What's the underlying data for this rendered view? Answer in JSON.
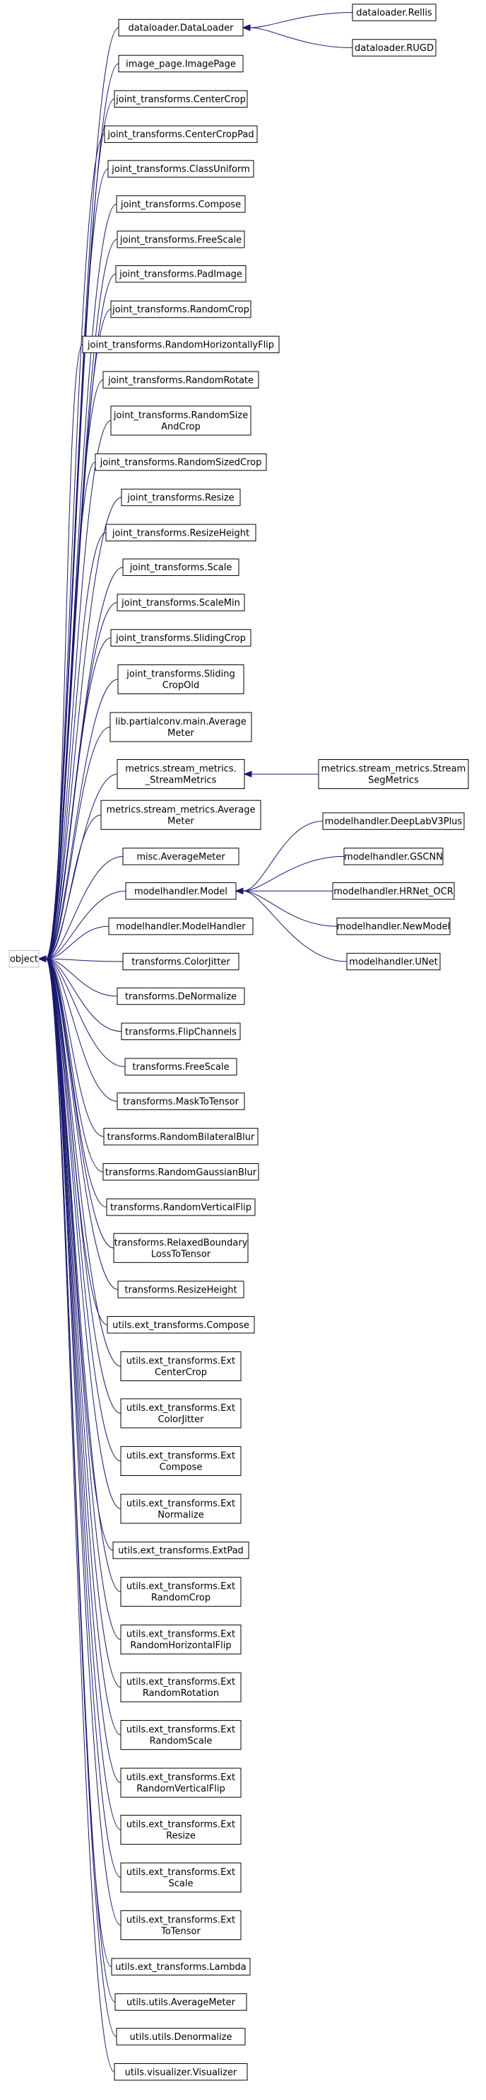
{
  "nodes": {
    "object": [
      "object"
    ],
    "dl": [
      "dataloader.DataLoader"
    ],
    "rellis": [
      "dataloader.Rellis"
    ],
    "rugd": [
      "dataloader.RUGD"
    ],
    "imgpage": [
      "image_page.ImagePage"
    ],
    "jt_centercrop": [
      "joint_transforms.CenterCrop"
    ],
    "jt_centercroppad": [
      "joint_transforms.CenterCropPad"
    ],
    "jt_classuniform": [
      "joint_transforms.ClassUniform"
    ],
    "jt_compose": [
      "joint_transforms.Compose"
    ],
    "jt_freescale": [
      "joint_transforms.FreeScale"
    ],
    "jt_padimage": [
      "joint_transforms.PadImage"
    ],
    "jt_randomcrop": [
      "joint_transforms.RandomCrop"
    ],
    "jt_rhflip": [
      "joint_transforms.RandomHorizontallyFlip"
    ],
    "jt_randomrotate": [
      "joint_transforms.RandomRotate"
    ],
    "jt_rsandcrop": [
      "joint_transforms.RandomSize",
      "AndCrop"
    ],
    "jt_rsizedcrop": [
      "joint_transforms.RandomSizedCrop"
    ],
    "jt_resize": [
      "joint_transforms.Resize"
    ],
    "jt_resizeheight": [
      "joint_transforms.ResizeHeight"
    ],
    "jt_scale": [
      "joint_transforms.Scale"
    ],
    "jt_scalemin": [
      "joint_transforms.ScaleMin"
    ],
    "jt_slidingcrop": [
      "joint_transforms.SlidingCrop"
    ],
    "jt_slidingcropold": [
      "joint_transforms.Sliding",
      "CropOld"
    ],
    "lib_avgmeter": [
      "lib.partialconv.main.Average",
      "Meter"
    ],
    "ms_stream": [
      "metrics.stream_metrics.",
      "_StreamMetrics"
    ],
    "ms_streamseg": [
      "metrics.stream_metrics.Stream",
      "SegMetrics"
    ],
    "ms_avgmeter": [
      "metrics.stream_metrics.Average",
      "Meter"
    ],
    "misc_avgmeter": [
      "misc.AverageMeter"
    ],
    "mh_model": [
      "modelhandler.Model"
    ],
    "mh_deeplab": [
      "modelhandler.DeepLabV3Plus"
    ],
    "mh_gscnn": [
      "modelhandler.GSCNN"
    ],
    "mh_hrnet": [
      "modelhandler.HRNet_OCR"
    ],
    "mh_newmodel": [
      "modelhandler.NewModel"
    ],
    "mh_unet": [
      "modelhandler.UNet"
    ],
    "mh_handler": [
      "modelhandler.ModelHandler"
    ],
    "t_colorjitter": [
      "transforms.ColorJitter"
    ],
    "t_denormalize": [
      "transforms.DeNormalize"
    ],
    "t_flipchannels": [
      "transforms.FlipChannels"
    ],
    "t_freescale": [
      "transforms.FreeScale"
    ],
    "t_masktotensor": [
      "transforms.MaskToTensor"
    ],
    "t_rbilateral": [
      "transforms.RandomBilateralBlur"
    ],
    "t_rgaussian": [
      "transforms.RandomGaussianBlur"
    ],
    "t_rvflip": [
      "transforms.RandomVerticalFlip"
    ],
    "t_relaxed": [
      "transforms.RelaxedBoundary",
      "LossToTensor"
    ],
    "t_resizeheight": [
      "transforms.ResizeHeight"
    ],
    "u_compose": [
      "utils.ext_transforms.Compose"
    ],
    "u_centercrop": [
      "utils.ext_transforms.Ext",
      "CenterCrop"
    ],
    "u_colorjitter": [
      "utils.ext_transforms.Ext",
      "ColorJitter"
    ],
    "u_compose2": [
      "utils.ext_transforms.Ext",
      "Compose"
    ],
    "u_normalize": [
      "utils.ext_transforms.Ext",
      "Normalize"
    ],
    "u_extpad": [
      "utils.ext_transforms.ExtPad"
    ],
    "u_randomcrop": [
      "utils.ext_transforms.Ext",
      "RandomCrop"
    ],
    "u_rhflip": [
      "utils.ext_transforms.Ext",
      "RandomHorizontalFlip"
    ],
    "u_rrotation": [
      "utils.ext_transforms.Ext",
      "RandomRotation"
    ],
    "u_rscale": [
      "utils.ext_transforms.Ext",
      "RandomScale"
    ],
    "u_rvflip": [
      "utils.ext_transforms.Ext",
      "RandomVerticalFlip"
    ],
    "u_resize": [
      "utils.ext_transforms.Ext",
      "Resize"
    ],
    "u_scale": [
      "utils.ext_transforms.Ext",
      "Scale"
    ],
    "u_totensor": [
      "utils.ext_transforms.Ext",
      "ToTensor"
    ],
    "u_lambda": [
      "utils.ext_transforms.Lambda"
    ],
    "uu_avgmeter": [
      "utils.utils.AverageMeter"
    ],
    "uu_denormalize": [
      "utils.utils.Denormalize"
    ],
    "uv_visualizer": [
      "utils.visualizer.Visualizer"
    ]
  },
  "edges": [
    [
      "dl",
      "object"
    ],
    [
      "imgpage",
      "object"
    ],
    [
      "jt_centercrop",
      "object"
    ],
    [
      "jt_centercroppad",
      "object"
    ],
    [
      "jt_classuniform",
      "object"
    ],
    [
      "jt_compose",
      "object"
    ],
    [
      "jt_freescale",
      "object"
    ],
    [
      "jt_padimage",
      "object"
    ],
    [
      "jt_randomcrop",
      "object"
    ],
    [
      "jt_rhflip",
      "object"
    ],
    [
      "jt_randomrotate",
      "object"
    ],
    [
      "jt_rsandcrop",
      "object"
    ],
    [
      "jt_rsizedcrop",
      "object"
    ],
    [
      "jt_resize",
      "object"
    ],
    [
      "jt_resizeheight",
      "object"
    ],
    [
      "jt_scale",
      "object"
    ],
    [
      "jt_scalemin",
      "object"
    ],
    [
      "jt_slidingcrop",
      "object"
    ],
    [
      "jt_slidingcropold",
      "object"
    ],
    [
      "lib_avgmeter",
      "object"
    ],
    [
      "ms_stream",
      "object"
    ],
    [
      "ms_avgmeter",
      "object"
    ],
    [
      "misc_avgmeter",
      "object"
    ],
    [
      "mh_model",
      "object"
    ],
    [
      "mh_handler",
      "object"
    ],
    [
      "t_colorjitter",
      "object"
    ],
    [
      "t_denormalize",
      "object"
    ],
    [
      "t_flipchannels",
      "object"
    ],
    [
      "t_freescale",
      "object"
    ],
    [
      "t_masktotensor",
      "object"
    ],
    [
      "t_rbilateral",
      "object"
    ],
    [
      "t_rgaussian",
      "object"
    ],
    [
      "t_rvflip",
      "object"
    ],
    [
      "t_relaxed",
      "object"
    ],
    [
      "t_resizeheight",
      "object"
    ],
    [
      "u_compose",
      "object"
    ],
    [
      "u_centercrop",
      "object"
    ],
    [
      "u_colorjitter",
      "object"
    ],
    [
      "u_compose2",
      "object"
    ],
    [
      "u_normalize",
      "object"
    ],
    [
      "u_extpad",
      "object"
    ],
    [
      "u_randomcrop",
      "object"
    ],
    [
      "u_rhflip",
      "object"
    ],
    [
      "u_rrotation",
      "object"
    ],
    [
      "u_rscale",
      "object"
    ],
    [
      "u_rvflip",
      "object"
    ],
    [
      "u_resize",
      "object"
    ],
    [
      "u_scale",
      "object"
    ],
    [
      "u_totensor",
      "object"
    ],
    [
      "u_lambda",
      "object"
    ],
    [
      "uu_avgmeter",
      "object"
    ],
    [
      "uu_denormalize",
      "object"
    ],
    [
      "uv_visualizer",
      "object"
    ],
    [
      "rellis",
      "dl"
    ],
    [
      "rugd",
      "dl"
    ],
    [
      "ms_streamseg",
      "ms_stream"
    ],
    [
      "mh_deeplab",
      "mh_model"
    ],
    [
      "mh_gscnn",
      "mh_model"
    ],
    [
      "mh_hrnet",
      "mh_model"
    ],
    [
      "mh_newmodel",
      "mh_model"
    ],
    [
      "mh_unet",
      "mh_model"
    ]
  ],
  "colors": {
    "edge": "#191970",
    "root_border": "#bfbfbf",
    "node_border": "#000000"
  }
}
